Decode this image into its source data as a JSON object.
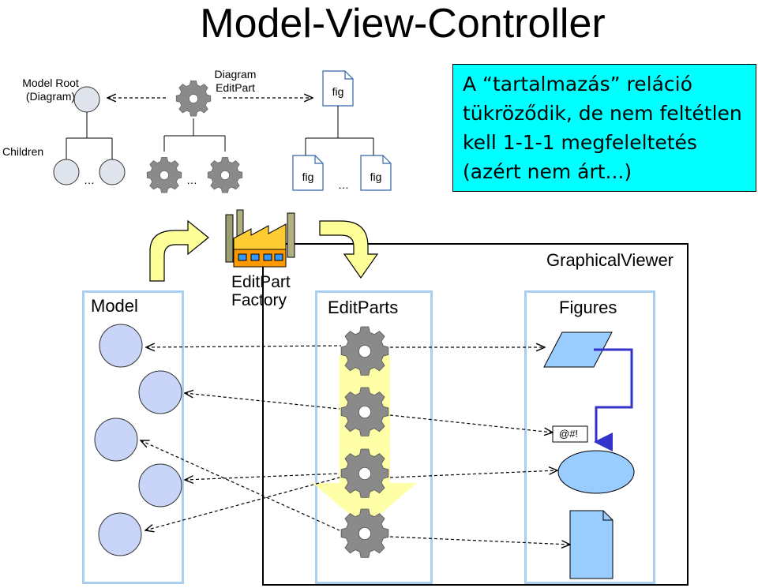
{
  "title": "Model-View-Controller",
  "top_diagram": {
    "model_root_label_line1": "Model Root",
    "model_root_label_line2": "(Diagram)",
    "children_label": "Children",
    "diagram_editpart_line1": "Diagram",
    "diagram_editpart_line2": "EditPart",
    "fig_label": "fig",
    "ellipsis": "…"
  },
  "note": {
    "text": "A “tartalmazás” reláció\ntükröződik, de nem feltétlen\nkell 1-1-1 megfeleltetés\n(azért nem árt...)"
  },
  "bottom_diagram": {
    "model_heading": "Model",
    "factory_line1": "EditPart",
    "factory_line2": "Factory",
    "editparts_heading": "EditParts",
    "viewer_heading": "GraphicalViewer",
    "figures_heading": "Figures",
    "label_figure_text": "@#!"
  },
  "colors": {
    "note_bg": "#00ffff",
    "column_border": "#a8cff0",
    "model_circle": "#c8d4f8",
    "figure_fill": "#99ccff",
    "connector": "#3333cc",
    "yellow_arrow": "#ffff99",
    "gear": "#808080"
  }
}
